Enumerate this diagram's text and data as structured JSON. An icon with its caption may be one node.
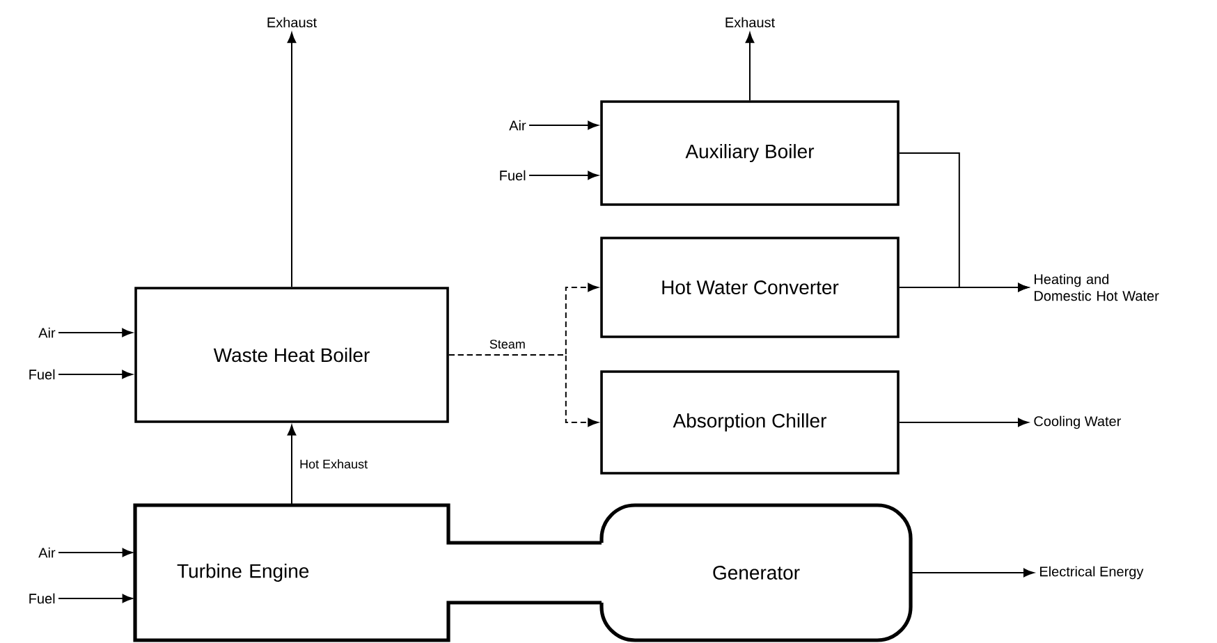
{
  "diagram": {
    "nodes": [
      {
        "text": [
          "Exhaust"
        ]
      },
      {
        "text": [
          "Exhaust"
        ]
      },
      {
        "text": [
          "Air"
        ]
      },
      {
        "text": [
          "Fuel"
        ]
      },
      {
        "text": [
          "Auxiliary Boiler"
        ]
      },
      {
        "text": [
          "Air"
        ]
      },
      {
        "text": [
          "Fuel"
        ]
      },
      {
        "text": [
          "Waste Heat Boiler"
        ]
      },
      {
        "text": [
          "Hot Water Converter"
        ]
      },
      {
        "text": [
          "Heating and Domestic Hot Water"
        ]
      },
      {
        "text": [
          "Absorption Chiller"
        ]
      },
      {
        "text": [
          "Cooling Water"
        ]
      },
      {
        "text": [
          "Air"
        ]
      },
      {
        "text": [
          "Fuel"
        ]
      },
      {
        "text": [
          "Turbine Engine"
        ]
      },
      {
        "text": [
          "Generator"
        ]
      },
      {
        "text": [
          "Electrical Energy"
        ]
      }
    ],
    "edges": [
      {
        "from": 7,
        "to": 0,
        "arrow": "to"
      },
      {
        "from": 4,
        "to": 1,
        "arrow": "to"
      },
      {
        "from": 2,
        "to": 4,
        "arrow": "to"
      },
      {
        "from": 3,
        "to": 4,
        "arrow": "to"
      },
      {
        "from": 5,
        "to": 7,
        "arrow": "to"
      },
      {
        "from": 6,
        "to": 7,
        "arrow": "to"
      },
      {
        "from": 14,
        "to": 7,
        "arrow": "to",
        "label": "Hot Exhaust"
      },
      {
        "from": 7,
        "to": 8,
        "arrow": "to",
        "style": "dashed",
        "label": "Steam"
      },
      {
        "from": 7,
        "to": 10,
        "arrow": "to",
        "style": "dashed"
      },
      {
        "from": 4,
        "to": 9,
        "arrow": "to"
      },
      {
        "from": 8,
        "to": 9,
        "arrow": "to"
      },
      {
        "from": 10,
        "to": 11,
        "arrow": "to"
      },
      {
        "from": 12,
        "to": 14,
        "arrow": "to"
      },
      {
        "from": 13,
        "to": 14,
        "arrow": "to"
      },
      {
        "from": 15,
        "to": 16,
        "arrow": "to"
      }
    ]
  }
}
